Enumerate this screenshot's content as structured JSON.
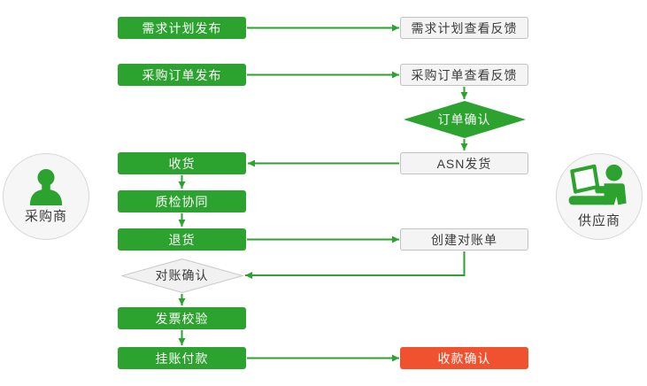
{
  "diagram": {
    "type": "flowchart",
    "colors": {
      "process_green": "#2BA32E",
      "arrow_green": "#2BA32E",
      "highlight_red": "#F0512F",
      "light_node_bg": "#F4F4F4",
      "light_node_border": "#C2C2C2",
      "dark_text": "#3B3B3B"
    },
    "actors": {
      "buyer": {
        "label": "采购商",
        "icon": "person-icon",
        "side": "left"
      },
      "supplier": {
        "label": "供应商",
        "icon": "person-laptop-icon",
        "side": "right"
      }
    },
    "nodes": {
      "demand_plan_publish": {
        "label": "需求计划发布",
        "type": "process",
        "style": "green",
        "actor": "buyer"
      },
      "demand_plan_feedback": {
        "label": "需求计划查看反馈",
        "type": "process",
        "style": "light",
        "actor": "supplier"
      },
      "purchase_order_publish": {
        "label": "采购订单发布",
        "type": "process",
        "style": "green",
        "actor": "buyer"
      },
      "purchase_order_feedback": {
        "label": "采购订单查看反馈",
        "type": "process",
        "style": "light",
        "actor": "supplier"
      },
      "order_confirm": {
        "label": "订单确认",
        "type": "decision",
        "style": "green",
        "actor": "supplier"
      },
      "asn_ship": {
        "label": "ASN发货",
        "type": "process",
        "style": "light",
        "actor": "supplier"
      },
      "receive_goods": {
        "label": "收货",
        "type": "process",
        "style": "green",
        "actor": "buyer"
      },
      "quality_inspection": {
        "label": "质检协同",
        "type": "process",
        "style": "green",
        "actor": "buyer"
      },
      "return_goods": {
        "label": "退货",
        "type": "process",
        "style": "green",
        "actor": "buyer"
      },
      "create_statement": {
        "label": "创建对账单",
        "type": "process",
        "style": "light",
        "actor": "supplier"
      },
      "reconciliation_confirm": {
        "label": "对账确认",
        "type": "decision",
        "style": "light",
        "actor": "buyer"
      },
      "invoice_check": {
        "label": "发票校验",
        "type": "process",
        "style": "green",
        "actor": "buyer"
      },
      "payment_on_account": {
        "label": "挂账付款",
        "type": "process",
        "style": "green",
        "actor": "buyer"
      },
      "receipt_confirm": {
        "label": "收款确认",
        "type": "process",
        "style": "red",
        "actor": "supplier"
      }
    },
    "edges": [
      {
        "from": "demand_plan_publish",
        "to": "demand_plan_feedback"
      },
      {
        "from": "purchase_order_publish",
        "to": "purchase_order_feedback"
      },
      {
        "from": "purchase_order_feedback",
        "to": "order_confirm"
      },
      {
        "from": "order_confirm",
        "to": "asn_ship"
      },
      {
        "from": "asn_ship",
        "to": "receive_goods"
      },
      {
        "from": "receive_goods",
        "to": "quality_inspection"
      },
      {
        "from": "quality_inspection",
        "to": "return_goods"
      },
      {
        "from": "return_goods",
        "to": "create_statement"
      },
      {
        "from": "create_statement",
        "to": "reconciliation_confirm"
      },
      {
        "from": "reconciliation_confirm",
        "to": "invoice_check"
      },
      {
        "from": "invoice_check",
        "to": "payment_on_account"
      },
      {
        "from": "payment_on_account",
        "to": "receipt_confirm"
      }
    ]
  }
}
